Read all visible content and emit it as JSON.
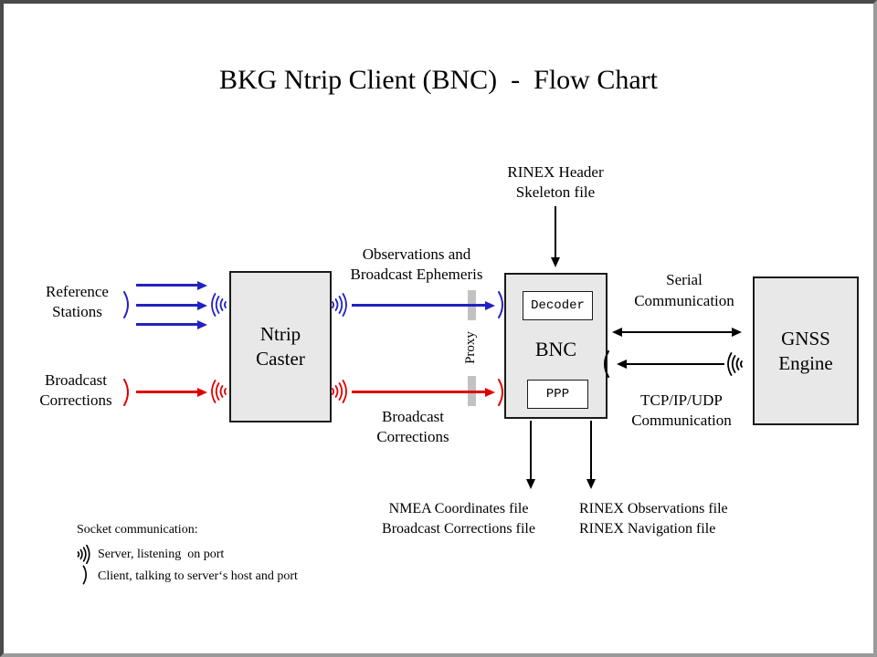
{
  "title": "BKG Ntrip Client (BNC)  -  Flow Chart",
  "sources": {
    "reference_stations": "Reference\nStations",
    "broadcast_corrections": "Broadcast\nCorrections"
  },
  "nodes": {
    "ntrip_caster": "Ntrip\nCaster",
    "bnc": "BNC",
    "decoder": "Decoder",
    "ppp": "PPP",
    "gnss_engine": "GNSS\nEngine"
  },
  "labels": {
    "observations": "Observations and\nBroadcast Ephemeris",
    "broadcast_corrections": "Broadcast\nCorrections",
    "rinex_header": "RINEX Header\nSkeleton file",
    "serial": "Serial\nCommunication",
    "tcp": "TCP/IP/UDP\nCommunication",
    "proxy": "Proxy",
    "nmea_files": "NMEA Coordinates file\nBroadcast Corrections file",
    "rinex_files": "RINEX Observations file\nRINEX Navigation file"
  },
  "legend": {
    "heading": "Socket communication:",
    "server": "Server, listening  on port",
    "client": "Client, talking to server‘s host and port"
  },
  "icons": {
    "socket_server": "radio-wave-three-arcs-with-dot",
    "socket_client": "single-arc-parenthesis"
  },
  "colors": {
    "observation_flow": "#2222c2",
    "correction_flow": "#e00000",
    "neutral_flow": "#000000",
    "node_fill": "#e8e8e8",
    "proxy_bar": "#c2c2c2",
    "frame_dark": "#4b4b4b",
    "frame_light": "#9a9a9a"
  }
}
